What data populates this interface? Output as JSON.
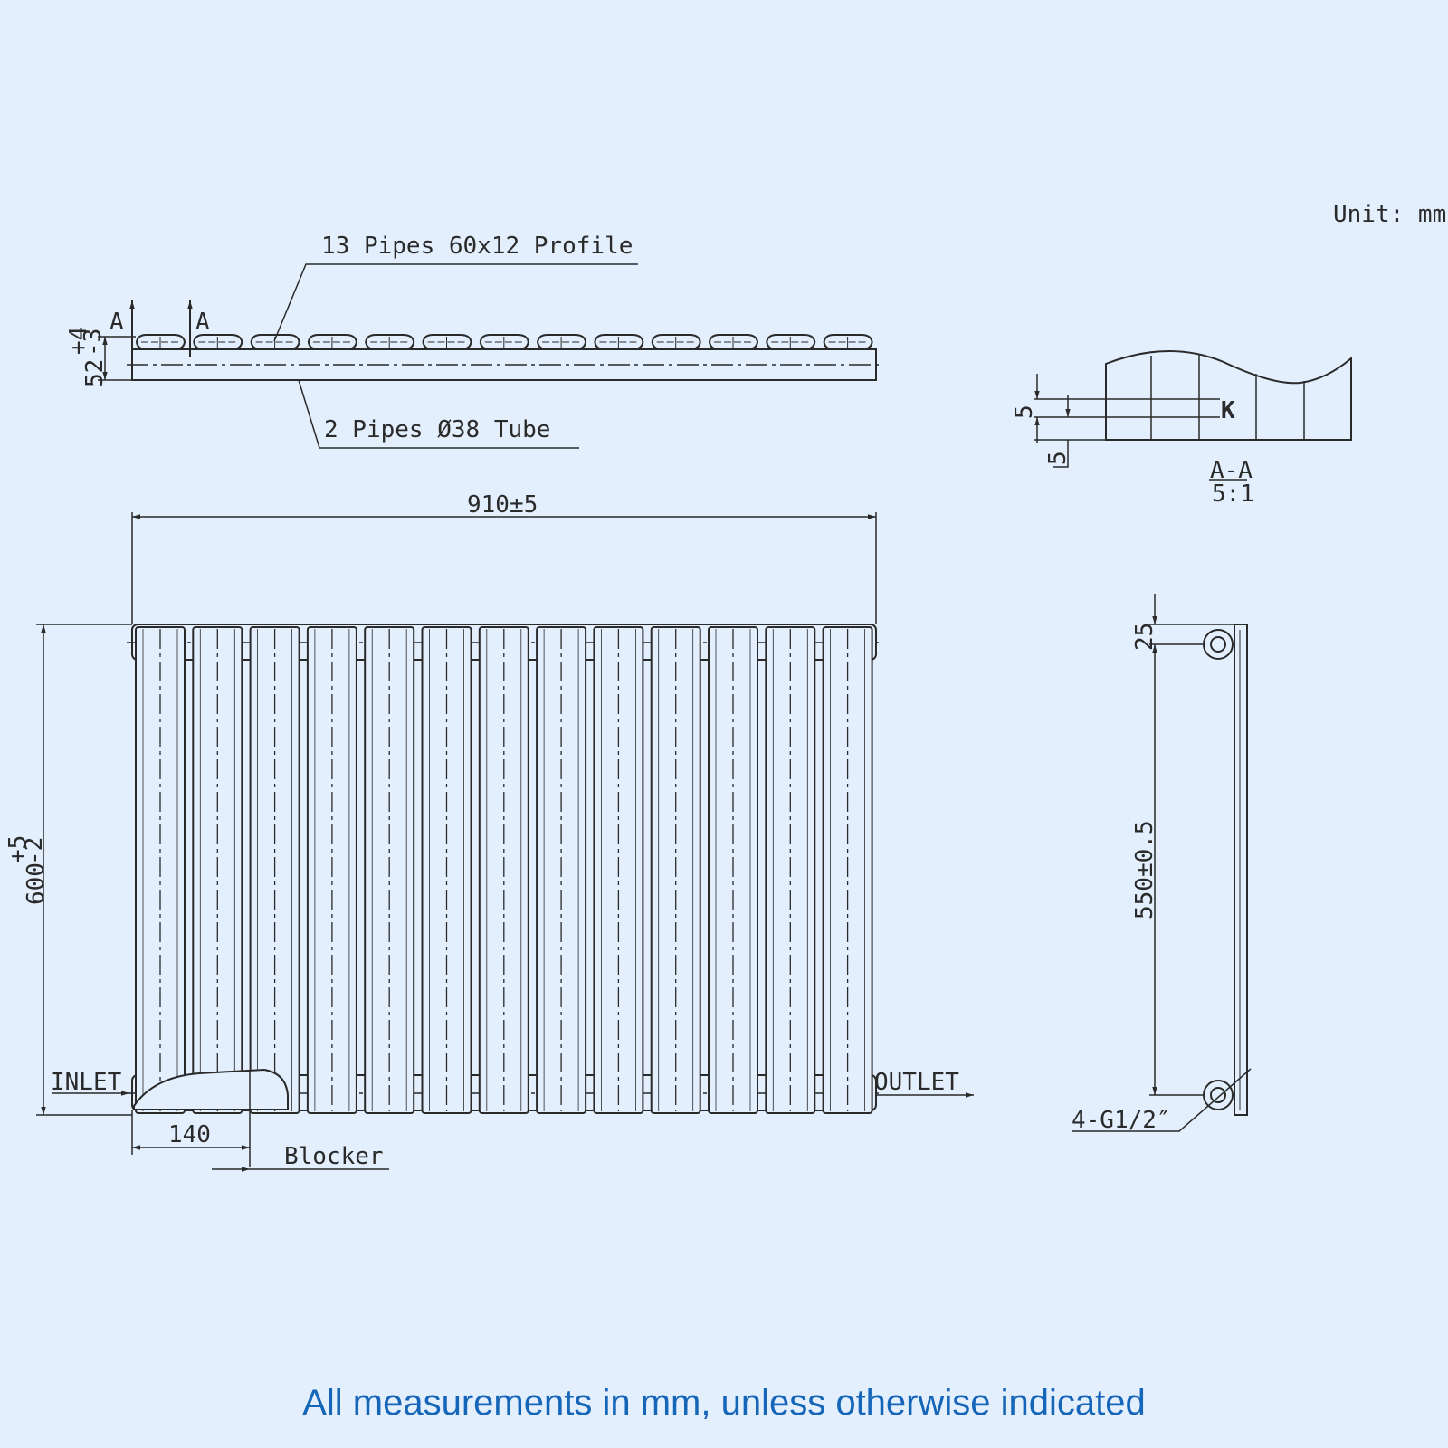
{
  "unit_label": "Unit: mm",
  "top_view": {
    "section_mark_left": "A",
    "section_mark_right": "A",
    "height_dim": "52",
    "height_tol_upper": "+4",
    "height_tol_lower": "-3",
    "profile_label": "13 Pipes 60x12 Profile",
    "tube_label": "2 Pipes Ø38 Tube",
    "profile_count": 13
  },
  "section_view": {
    "dim_top": "5",
    "dim_bottom": "5",
    "mark": "K",
    "section_title": "A-A",
    "scale": "5:1"
  },
  "front_view": {
    "width_dim": "910±5",
    "height_dim": "600",
    "height_tol_upper": "+5",
    "height_tol_lower": "-2",
    "inlet_label": "INLET",
    "outlet_label": "OUTLET",
    "blocker_offset_dim": "140",
    "blocker_label": "Blocker",
    "column_count": 13
  },
  "side_view": {
    "top_offset_dim": "25",
    "centers_dim": "550±0.5",
    "connection_label": "4-G1/2″"
  },
  "footnote": "All measurements in mm, unless otherwise indicated",
  "colors": {
    "background": "#e4effd",
    "line": "#2a2a2a",
    "footnote": "#1565b8"
  }
}
